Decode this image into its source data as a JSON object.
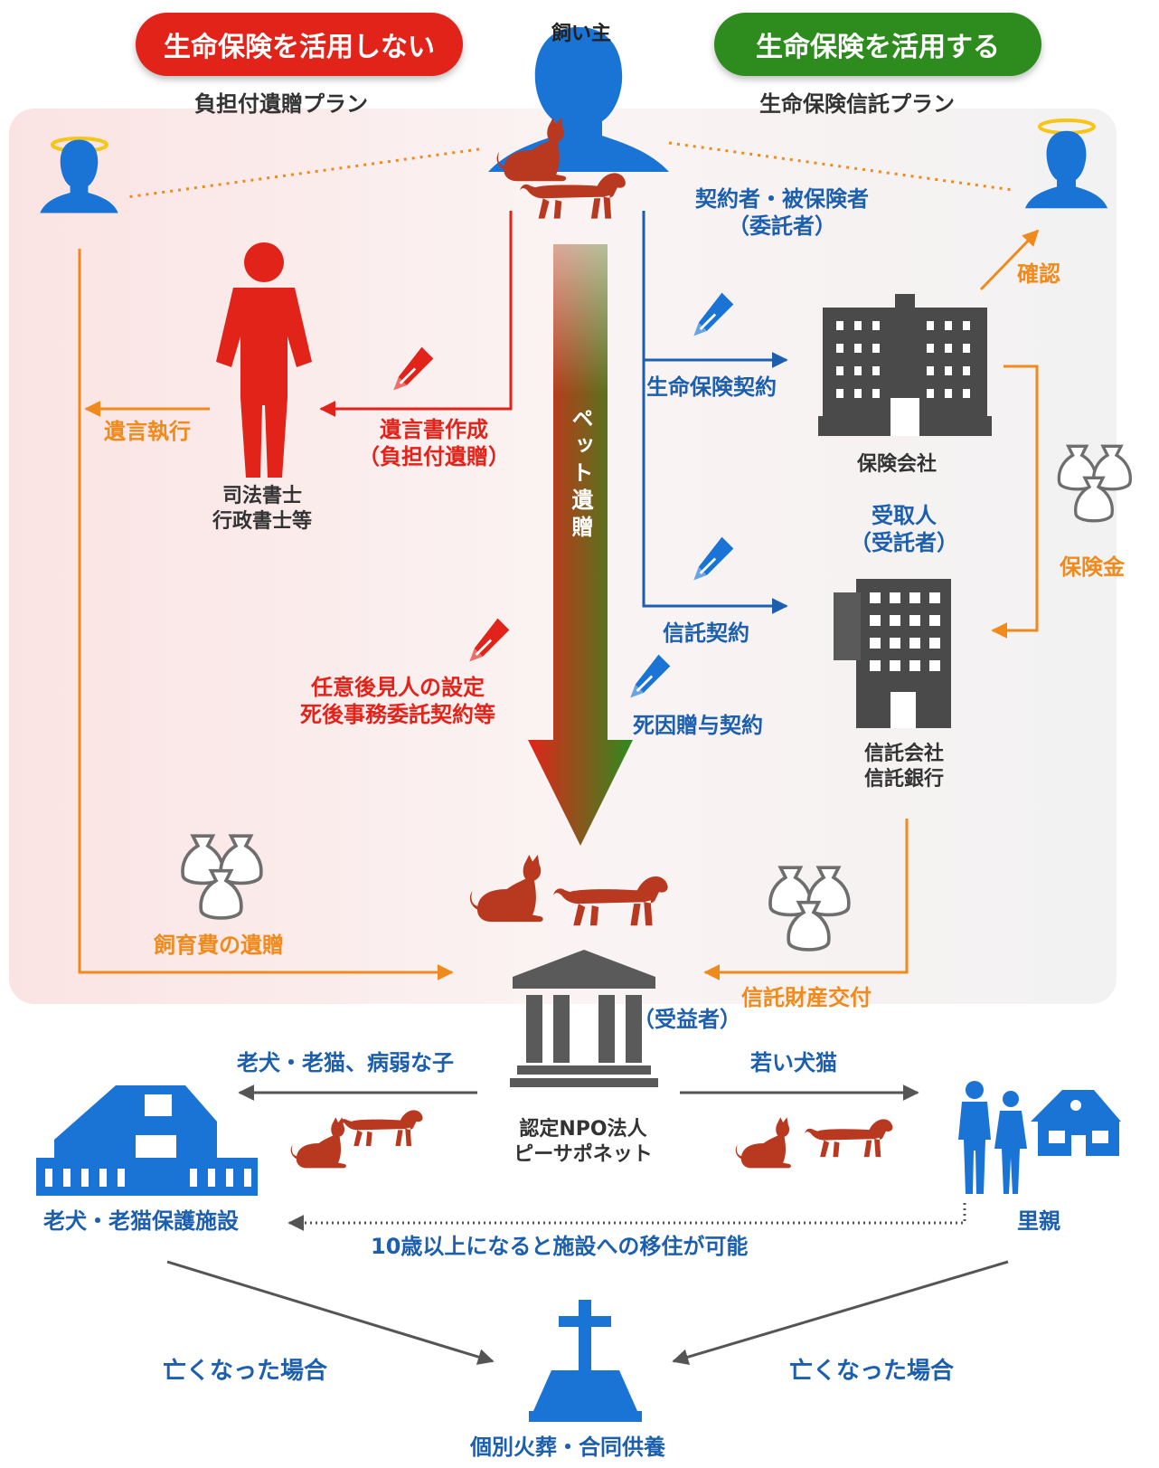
{
  "colors": {
    "red": "#e2231a",
    "green": "#2e8b1e",
    "blue": "#1c5fae",
    "bright_blue": "#1a74d6",
    "orange": "#f08a1c",
    "dark": "#333333",
    "pet": "#b8391f",
    "building": "#4a4a4a"
  },
  "header": {
    "left_pill": "生命保険を活用しない",
    "right_pill": "生命保険を活用する",
    "owner": "飼い主",
    "left_plan": "負担付遺贈プラン",
    "right_plan": "生命保険信託プラン"
  },
  "left_plan": {
    "executor_flow": "遺言執行",
    "will_line1": "遺言書作成",
    "will_line2": "（負担付遺贈）",
    "scrivener_line1": "司法書士",
    "scrivener_line2": "行政書士等",
    "guardian_line1": "任意後見人の設定",
    "guardian_line2": "死後事務委託契約等",
    "bequest": "飼育費の遺贈"
  },
  "center": {
    "arrow_text": "ペット遺贈",
    "npo_line1": "認定NPO法人",
    "npo_line2": "ピーサポネット",
    "beneficiary": "（受益者）"
  },
  "right_plan": {
    "contractor_line1": "契約者・被保険者",
    "contractor_line2": "（委託者）",
    "confirm": "確認",
    "life_contract": "生命保険契約",
    "insurer": "保険会社",
    "receiver_line1": "受取人",
    "receiver_line2": "（受託者）",
    "insurance_money": "保険金",
    "trust_contract": "信託契約",
    "gift_contract": "死因贈与契約",
    "trust_co_line1": "信託会社",
    "trust_co_line2": "信託銀行",
    "trust_delivery": "信託財産交付"
  },
  "bottom": {
    "old_pets": "老犬・老猫、病弱な子",
    "young_pets": "若い犬猫",
    "facility": "老犬・老猫保護施設",
    "foster": "里親",
    "move_note": "10歳以上になると施設への移住が可能",
    "died_left": "亡くなった場合",
    "died_right": "亡くなった場合",
    "funeral": "個別火葬・合同供養"
  },
  "icons": {
    "yen_symbol": "¥"
  }
}
